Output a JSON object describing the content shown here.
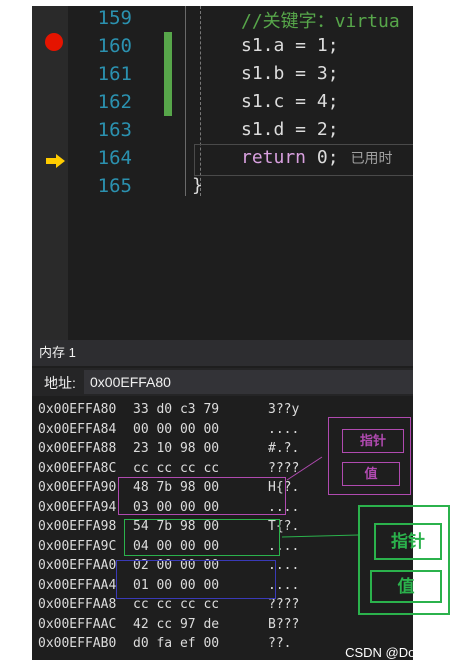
{
  "editor": {
    "lines": [
      {
        "num": "159",
        "code": "//关键字：virtua"
      },
      {
        "num": "160",
        "code": "s1.a = 1;"
      },
      {
        "num": "161",
        "code": "s1.b = 3;"
      },
      {
        "num": "162",
        "code": "s1.c = 4;"
      },
      {
        "num": "163",
        "code": "s1.d = 2;"
      },
      {
        "num": "164",
        "kw": "return",
        "value": "0;",
        "hint": "已用时"
      },
      {
        "num": "165",
        "code": "}"
      }
    ]
  },
  "memory": {
    "title": "内存 1",
    "address_label": "地址:",
    "address_value": "0x00EFFA80",
    "rows": [
      {
        "addr": "0x00EFFA80",
        "hex": "33 d0 c3 79",
        "chars": "3??y"
      },
      {
        "addr": "0x00EFFA84",
        "hex": "00 00 00 00",
        "chars": "...."
      },
      {
        "addr": "0x00EFFA88",
        "hex": "23 10 98 00",
        "chars": "#.?."
      },
      {
        "addr": "0x00EFFA8C",
        "hex": "cc cc cc cc",
        "chars": "????"
      },
      {
        "addr": "0x00EFFA90",
        "hex": "48 7b 98 00",
        "chars": "H{?."
      },
      {
        "addr": "0x00EFFA94",
        "hex": "03 00 00 00",
        "chars": "...."
      },
      {
        "addr": "0x00EFFA98",
        "hex": "54 7b 98 00",
        "chars": "T{?."
      },
      {
        "addr": "0x00EFFA9C",
        "hex": "04 00 00 00",
        "chars": "...."
      },
      {
        "addr": "0x00EFFAA0",
        "hex": "02 00 00 00",
        "chars": "...."
      },
      {
        "addr": "0x00EFFAA4",
        "hex": "01 00 00 00",
        "chars": "...."
      },
      {
        "addr": "0x00EFFAA8",
        "hex": "cc cc cc cc",
        "chars": "????"
      },
      {
        "addr": "0x00EFFAAC",
        "hex": "42 cc 97 de",
        "chars": "B???"
      },
      {
        "addr": "0x00EFFAB0",
        "hex": "d0 fa ef 00",
        "chars": "??."
      }
    ]
  },
  "annotations": {
    "purple_pointer": "指针",
    "purple_value": "值",
    "green_pointer": "指针",
    "green_value": "值"
  },
  "colors": {
    "annotation_purple": "#b04ab0",
    "annotation_green": "#2bb24c",
    "annotation_blue": "#3a3ab8"
  },
  "watermark": "CSDN @Dongliner~"
}
